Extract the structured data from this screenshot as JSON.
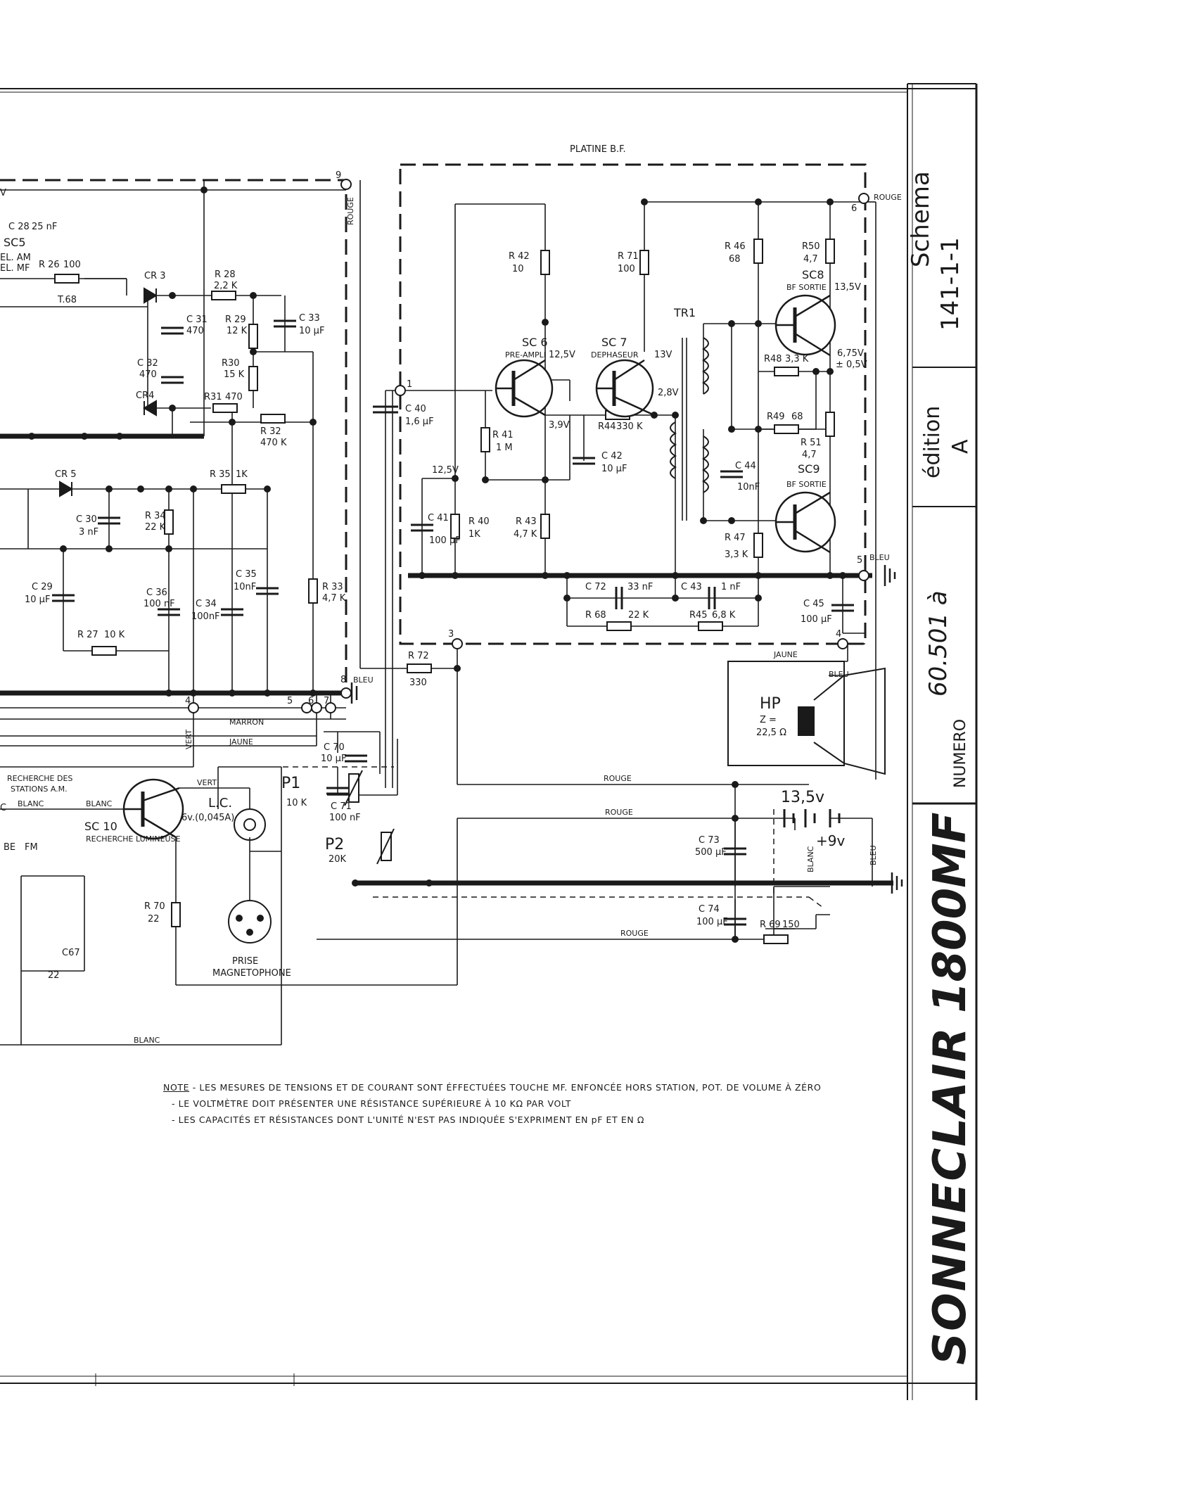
{
  "board_title": "PLATINE B.F.",
  "title_block": {
    "schema_label": "Schema",
    "schema_number": "141-1-1",
    "edition_label": "édition",
    "edition_value": "A",
    "numero_label": "NUMERO",
    "numero_value": "60.501 à",
    "brand": "SONNECLAIR",
    "model": "1800MF"
  },
  "transistors": [
    {
      "ref": "SC 6",
      "desc": "PRE-AMPLI"
    },
    {
      "ref": "SC 7",
      "desc": "DEPHASEUR"
    },
    {
      "ref": "SC8",
      "desc": "BF SORTIE"
    },
    {
      "ref": "SC9",
      "desc": "BF SORTIE"
    },
    {
      "ref": "SC5",
      "desc": ""
    },
    {
      "ref": "SC 10",
      "desc": "RECHERCHE LUMINEUSE"
    }
  ],
  "components": {
    "r42": [
      "R 42",
      "10"
    ],
    "r71": [
      "R 71",
      "100"
    ],
    "r46": [
      "R 46",
      "68"
    ],
    "r50": [
      "R50",
      "4,7"
    ],
    "r48": [
      "R48",
      "3,3 K"
    ],
    "r49": [
      "R49",
      "68"
    ],
    "r51": [
      "R 51",
      "4,7"
    ],
    "r47": [
      "R 47",
      "3,3 K"
    ],
    "r41": [
      "R 41",
      "1 M"
    ],
    "r44": [
      "R44",
      "330 K"
    ],
    "r40": [
      "R 40",
      "1K"
    ],
    "r43": [
      "R 43",
      "4,7 K"
    ],
    "r68": [
      "R 68",
      "22 K"
    ],
    "r45": [
      "R45",
      "6,8 K"
    ],
    "r72": [
      "R 72",
      "330"
    ],
    "r69": [
      "R 69",
      "150"
    ],
    "r70": [
      "R 70",
      "22"
    ],
    "r26": [
      "R 26",
      "100"
    ],
    "r28": [
      "R 28",
      "2,2 K"
    ],
    "r29": [
      "R 29",
      "12 K"
    ],
    "r30": [
      "R30",
      "15 K"
    ],
    "r31": [
      "R31",
      "470"
    ],
    "r32": [
      "R 32",
      "470 K"
    ],
    "r35": [
      "R 35",
      "1K"
    ],
    "r34": [
      "R 34",
      "22 K"
    ],
    "r33": [
      "R 33",
      "4,7 K"
    ],
    "r27": [
      "R 27",
      "10 K"
    ],
    "c40": [
      "C 40",
      "1,6 µF"
    ],
    "c41": [
      "C 41",
      "100 µF"
    ],
    "c42": [
      "C 42",
      "10 µF"
    ],
    "c44": [
      "C 44",
      "10nF"
    ],
    "c72": [
      "C 72",
      "33 nF"
    ],
    "c43": [
      "C 43",
      "1 nF"
    ],
    "c45": [
      "C 45",
      "100 µF"
    ],
    "c70": [
      "C 70",
      "10 µF"
    ],
    "c71": [
      "C 71",
      "100 nF"
    ],
    "c73": [
      "C 73",
      "500 µF"
    ],
    "c74": [
      "C 74",
      "100 µF"
    ],
    "c28": [
      "C 28",
      "25 nF"
    ],
    "c31": [
      "C 31",
      "470"
    ],
    "c32": [
      "C 32",
      "470"
    ],
    "c33": [
      "C 33",
      "10 µF"
    ],
    "c30": [
      "C 30",
      "3 nF"
    ],
    "c29": [
      "C 29",
      "10 µF"
    ],
    "c36": [
      "C 36",
      "100 nF"
    ],
    "c34": [
      "C 34",
      "100nF"
    ],
    "c35": [
      "C 35",
      "10nF"
    ],
    "c67": [
      "C67",
      ""
    ],
    "cr3": "CR 3",
    "cr4": "CR4",
    "cr5": "CR 5",
    "t68": "T.68",
    "tr1": "TR1",
    "p1": [
      "P1",
      "10 K"
    ],
    "p2": [
      "P2",
      "20K"
    ],
    "hp": [
      "HP",
      "Z =",
      "22,5 Ω"
    ],
    "lc": [
      "L.C.",
      "6v.(0,045A)"
    ],
    "prise": [
      "PRISE",
      "MAGNETOPHONE"
    ]
  },
  "voltages": [
    "12,5V",
    "3,9V",
    "13V",
    "2,8V",
    "13,5V",
    "6,75V",
    "± 0,5V",
    "12,5V",
    "13,5v",
    "+9v"
  ],
  "wires": [
    "ROUGE",
    "ROUGE",
    "ROUGE",
    "ROUGE",
    "ROUGE",
    "BLEU",
    "BLEU",
    "BLEU",
    "BLEU",
    "JAUNE",
    "JAUNE",
    "MARRON",
    "VERT",
    "VERT",
    "BLANC",
    "BLANC",
    "BLANC",
    "BLANC"
  ],
  "terminals": [
    "9",
    "1",
    "6",
    "5",
    "4",
    "3",
    "8",
    "4",
    "5",
    "6",
    "7"
  ],
  "left_fragments": [
    "V",
    "EL. AM",
    "EL. MF",
    "RECHERCHE DES",
    "STATIONS A.M.",
    "C",
    "BE",
    "FM",
    "22"
  ],
  "notes": {
    "heading": "NOTE",
    "lines": [
      "- LES MESURES DE TENSIONS ET DE COURANT SONT ÉFFECTUÉES TOUCHE MF. ENFONCÉE HORS STATION, POT. DE VOLUME À ZÉRO",
      "- LE VOLTMÈTRE DOIT PRÉSENTER UNE RÉSISTANCE SUPÉRIEURE À 10 KΩ PAR VOLT",
      "- LES CAPACITÉS ET RÉSISTANCES DONT L'UNITÉ N'EST PAS INDIQUÉE S'EXPRIMENT EN pF ET EN Ω"
    ]
  }
}
